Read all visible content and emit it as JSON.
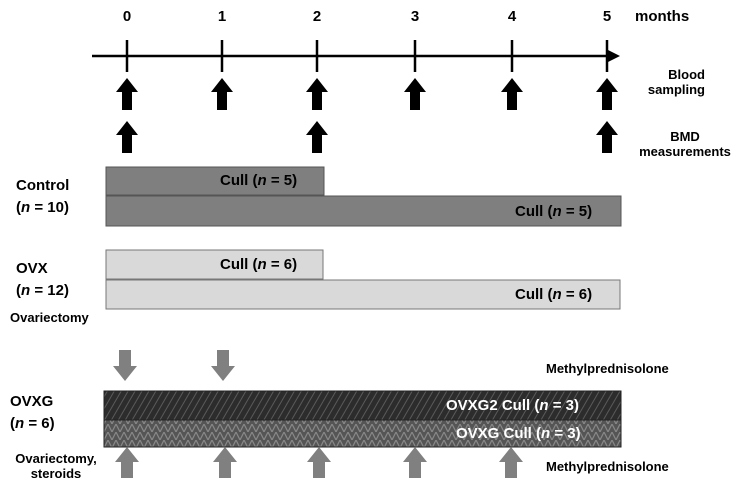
{
  "timeline": {
    "ticks": [
      "0",
      "1",
      "2",
      "3",
      "4",
      "5"
    ],
    "unit_label": "months"
  },
  "annotations": {
    "blood_sampling": "Blood sampling",
    "bmd_measurements": "BMD measurements",
    "methylprednisolone_top": "Methylprednisolone",
    "methylprednisolone_bottom": "Methylprednisolone"
  },
  "groups": {
    "control": {
      "name": "Control",
      "n_text": "n = 10",
      "bars": [
        "Cull (n = 5)",
        "Cull (n = 5)"
      ],
      "color": "#7f7f7f"
    },
    "ovx": {
      "name": "OVX",
      "n_text": "n = 12",
      "procedure": "Ovariectomy",
      "bars": [
        "Cull (n = 6)",
        "Cull (n = 6)"
      ],
      "color": "#d9d9d9"
    },
    "ovxg": {
      "name": "OVXG",
      "n_text": "n = 6",
      "procedure": "Ovariectomy, steroids",
      "bars": [
        "OVXG2 Cull (n = 3)",
        "OVXG Cull (n = 3)"
      ],
      "color": "#3a3a3a"
    }
  },
  "colors": {
    "black_arrow": "#000000",
    "grey_arrow": "#808080",
    "bar_border": "#555555"
  }
}
